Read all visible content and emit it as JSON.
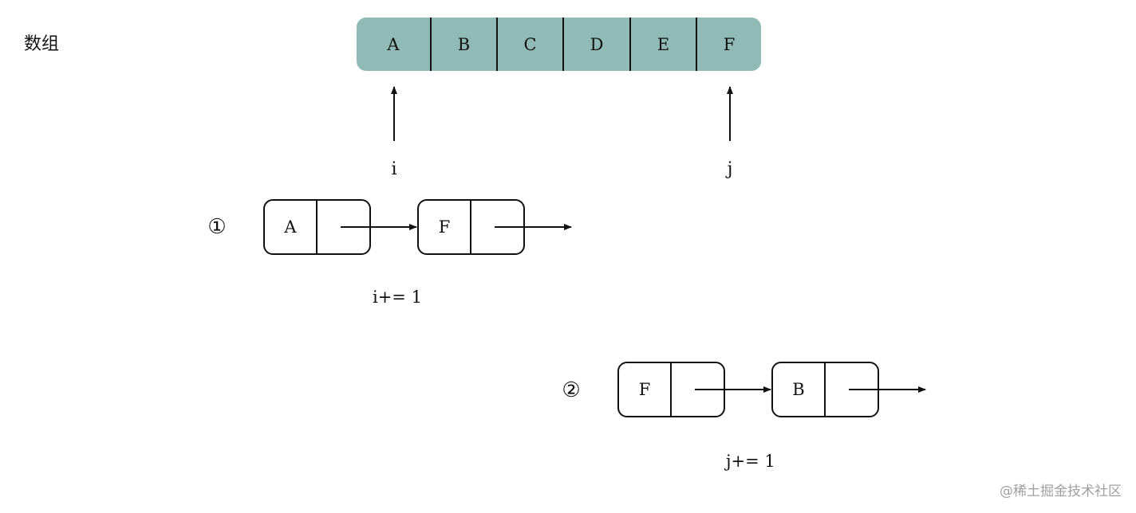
{
  "array": {
    "label": "数组",
    "cells": [
      "A",
      "B",
      "C",
      "D",
      "E",
      "F"
    ],
    "fill_color": "#8fbab6"
  },
  "pointers": {
    "i": "i",
    "j": "j"
  },
  "steps": [
    {
      "marker": "①",
      "nodes": [
        "A",
        "F"
      ],
      "caption": "i+= 1"
    },
    {
      "marker": "②",
      "nodes": [
        "F",
        "B"
      ],
      "caption": "j+= 1"
    }
  ],
  "watermark": "@稀土掘金技术社区"
}
